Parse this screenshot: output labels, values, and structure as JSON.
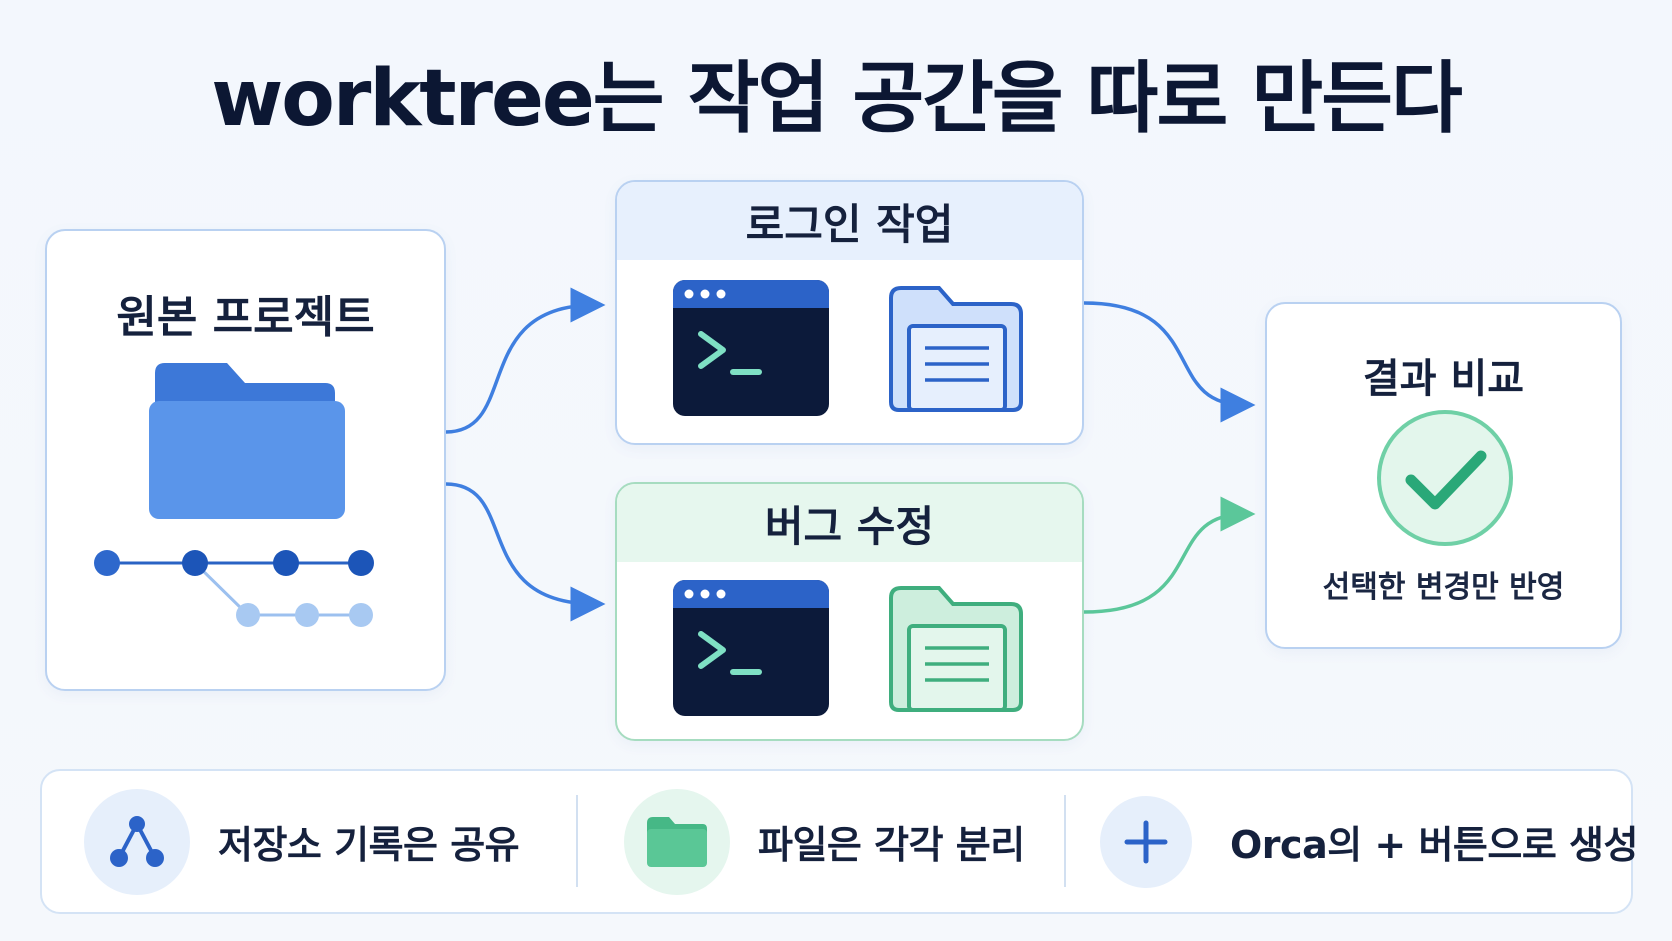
{
  "title": "worktree는 작업 공간을 따로 만든다",
  "original": {
    "title": "원본 프로젝트"
  },
  "login_task": {
    "title": "로그인 작업"
  },
  "bugfix_task": {
    "title": "버그 수정"
  },
  "compare": {
    "title": "결과 비교",
    "caption": "선택한 변경만 반영"
  },
  "footer": {
    "items": [
      {
        "icon": "branch-icon",
        "label": "저장소 기록은 공유"
      },
      {
        "icon": "folder-icon",
        "label": "파일은 각각 분리"
      },
      {
        "icon": "plus-icon",
        "label": "Orca의 + 버튼으로 생성"
      }
    ]
  },
  "colors": {
    "blue": "#3f7fe0",
    "green": "#5bc79a",
    "navy": "#0c1a3a",
    "check": "#2aa878"
  }
}
